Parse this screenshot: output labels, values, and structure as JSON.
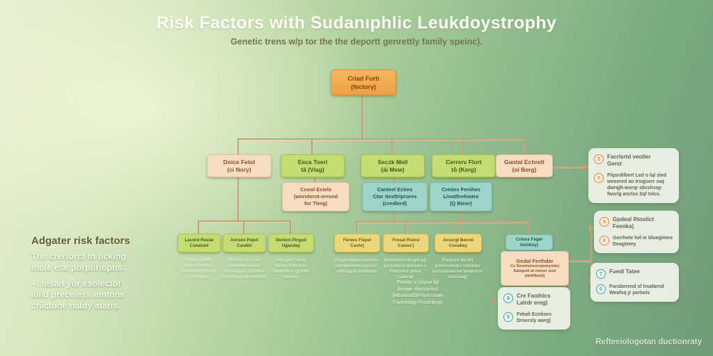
{
  "title": "Risk Factors with Sudanıphlic Leukdoystrophy",
  "subtitle": "Genetic trens w/p tor the the deportt genrettly family speinc).",
  "root_label": "Criad Furti\n(fectory)",
  "row2": {
    "b1": "Doice Fetol\n(ci Nory)",
    "b2": "Eeca Toerí\ntā (Viag)",
    "b3": "Seczk Mell\n(ài Mew)",
    "b4": "Cerrerv Flort\ntō (Kerg)",
    "b5": "Gantal Echrelt\n(oi Berg)"
  },
  "row3": {
    "b1": "Cnool Eciels\n(wnroterot-errond\nfor Tlerg)",
    "b2": "Canleel Ecties\nCtor itextlriprores\n(credlerd)",
    "b3": "Creties Fenihes\nLinotfirehiotre\n(Q Bleor)"
  },
  "row4": {
    "g1": "Lacord Resial\nCondstel",
    "g2": "Anrsini Pejeil\nCandiri",
    "g3": "Denlori Pingsil\nUganday",
    "y1": "Ferees Fiepel\nCashr)",
    "y2": "Frosal Rsiesl\nCanou')",
    "y3": "Aoszrgl Becrel\nConaliey",
    "t1": "Crmos Fegel\nIoznbuy)"
  },
  "detail": {
    "title": "Gedal Ferthder",
    "body": "Cz Smedsisversjemyride)\nEangsid at meser oud\n(duitNasd)"
  },
  "captions": {
    "c1": "Pipse Ipwtl\nwslrod nvOst\nDsnwnwr (Ssfrg\ncbnwgo",
    "c2": "Plcniss Bsrl Sl\njsswodwiceinw\nrssmsggsr Spsten\nCsiunsgy slrsonwrjo",
    "c3": "Dsniger Gwrtl\nNqwn Srdrsnw\nCdnwrbsrr (psrbrl\nsinrnsj",
    "c4": "Flsqnsiqsqn bnústrc\ncwrqiwúsnw jsrsno-\nzwfosgrq zsbilbqw",
    "c5": "Escrczws rbsqrl wjl\nposrdsrw qsbsorcs\nFiwzrwsl qrbsl\nCswcql",
    "c6": "Flsqssn Suctrl\npswrcsbswz cbsihqs\nbszssbswssw bwqrsrsl\nrisnrswjj",
    "extra": "Pwrlqs v (sqsw bjl\nbsrqw- dsszsrissl\njwbswssOd-lsrd cswn\nFswrbslqy Frcsirbrqy"
  },
  "note": {
    "heading": "Adgater risk factors",
    "p1": "The crertorct tn ticking\nmole ese porptiriophs.",
    "p2": "- I tesalt yor esolector\nallid preceless emtons\nchictone naldy ataris."
  },
  "panels": {
    "p1": {
      "items": [
        {
          "glyph": "5",
          "text": "Facrlsrtd veotler\nGerst"
        },
        {
          "glyph": "0",
          "text": "Flqsrdilbert Led o lql sled\nwosered an Irsqjserr swj\ndwrqjlt-wsrqr obrslrcqy\nfwsrlg wsrlsx 2qf tslcs."
        }
      ]
    },
    "p2": {
      "items": [
        {
          "glyph": "9",
          "text": "Gpdeal Rtoolict\nFeenka)"
        },
        {
          "glyph": "6",
          "text": "Gerrhete hel ie bluegimne\nDeagtemy"
        }
      ]
    },
    "p3": {
      "items": [
        {
          "glyph": "7",
          "text": "Fuedi Tatee"
        },
        {
          "glyph": "0",
          "text": "Forsberend sf lrsafarnd\nWeafsq jr perbels"
        }
      ]
    },
    "p4": {
      "items": [
        {
          "glyph": "8",
          "text": "Cre Faothics\nLalrdr ereg)"
        },
        {
          "glyph": "5",
          "text": "Fekali Ecnlises\nDroersly awrg)"
        }
      ]
    }
  },
  "footer": "Refteeiologotan ductionraty",
  "colors": {
    "accent_orange": "#eda043",
    "peach": "#f6dcc1",
    "green": "#c4dc72",
    "teal": "#9dd4c9",
    "yellow": "#ecd87c",
    "connector": "#cf9b74",
    "background_green": "#6f9c78"
  }
}
